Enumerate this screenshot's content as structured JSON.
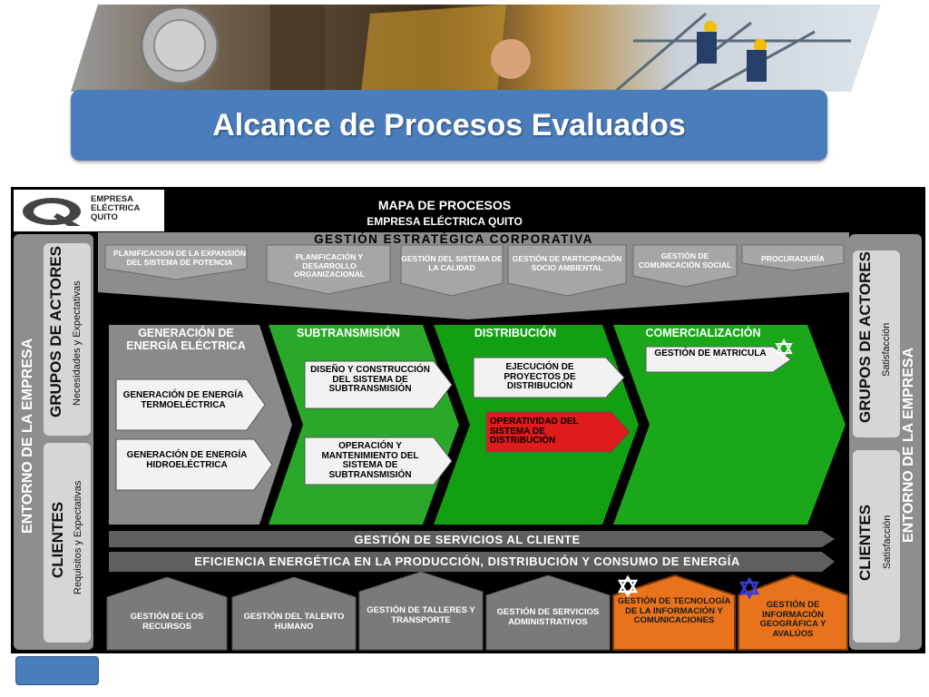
{
  "page_title": "Alcance de Procesos Evaluados",
  "logo": {
    "line1": "EMPRESA",
    "line2": "ELÉCTRICA",
    "line3": "QUITO"
  },
  "map": {
    "title": "MAPA DE PROCESOS",
    "subtitle": "EMPRESA ELÉCTRICA QUITO",
    "strategic_label": "GESTIÓN ESTRATÉGICA CORPORATIVA",
    "strategic_items": [
      "PLANIFICACION DE LA EXPANSIÓN DEL SISTEMA DE POTENCIA",
      "PLANIFICACIÓN Y DESARROLLO ORGANIZACIONAL",
      "GESTIÓN DEL SISTEMA DE LA CALIDAD",
      "GESTIÓN DE PARTICIPACIÓN SOCIO AMBIENTAL",
      "GESTIÓN DE COMUNICACIÓN SOCIAL",
      "PROCURADURÍA"
    ],
    "left_panel": {
      "outer": "ENTORNO DE LA EMPRESA",
      "top_title": "GRUPOS DE ACTORES",
      "top_sub": "Necesidades y Expectativas",
      "bottom_title": "CLIENTES",
      "bottom_sub": "Requisitos y Expectativas"
    },
    "right_panel": {
      "outer": "ENTORNO DE LA EMPRESA",
      "top_title": "GRUPOS DE ACTORES",
      "top_sub": "Satisfacción",
      "bottom_title": "CLIENTES",
      "bottom_sub": "Satisfacción"
    },
    "stages": [
      {
        "title": "GENERACIÓN DE ENERGÍA ELÉCTRICA",
        "color": "#8a8a8a"
      },
      {
        "title": "SUBTRANSMISIÓN",
        "color": "#29a829"
      },
      {
        "title": "DISTRIBUCIÓN",
        "color": "#12a012"
      },
      {
        "title": "COMERCIALIZACIÓN",
        "color": "#1aa81a"
      }
    ],
    "boxes": {
      "gen_termo": "GENERACIÓN DE ENERGÍA TERMOELÉCTRICA",
      "gen_hidro": "GENERACIÓN DE ENERGÍA HIDROELÉCTRICA",
      "sub_diseno": "DISEÑO Y CONSTRUCCIÓN DEL SISTEMA DE SUBTRANSMISIÓN",
      "sub_operacion": "OPERACIÓN Y MANTENIMIENTO DEL SISTEMA DE SUBTRANSMISIÓN",
      "dist_ejecucion": "EJECUCIÓN DE PROYECTOS DE DISTRIBUCIÓN",
      "dist_operatividad": "OPERATIVIDAD DEL SISTEMA DE DISTRIBUCIÓN",
      "com_matricula": "GESTIÓN DE MATRICULA"
    },
    "bars": [
      "GESTIÓN DE SERVICIOS AL CLIENTE",
      "EFICIENCIA ENERGÉTICA EN LA PRODUCCIÓN, DISTRIBUCIÓN Y CONSUMO DE ENERGÍA"
    ],
    "support": [
      {
        "label": "GESTIÓN DE LOS RECURSOS",
        "color": "#7a7a7a"
      },
      {
        "label": "GESTIÓN DEL TALENTO HUMANO",
        "color": "#7a7a7a"
      },
      {
        "label": "GESTIÓN DE TALLERES Y TRANSPORTE",
        "color": "#7a7a7a"
      },
      {
        "label": "GESTIÓN DE SERVICIOS ADMINISTRATIVOS",
        "color": "#7a7a7a"
      },
      {
        "label": "GESTIÓN DE TECNOLOGÍA DE LA INFORMACIÓN Y COMUNICACIONES",
        "color": "#e8731c"
      },
      {
        "label": "GESTIÓN DE INFORMACIÓN GEOGRÁFICA Y AVALÚOS",
        "color": "#e8731c"
      }
    ],
    "colors": {
      "highlight_red": "#e01b1b",
      "accent_blue": "#4a7dbb",
      "orange": "#e8731c"
    }
  }
}
